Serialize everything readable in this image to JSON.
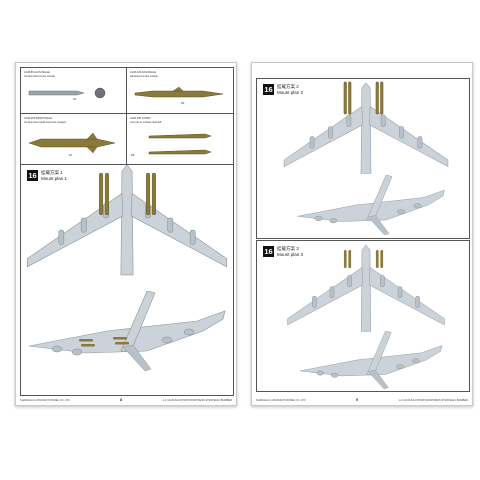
{
  "left_page": {
    "parts": [
      {
        "caption": [
          "AGM-86 ALCM Missile",
          "Air-launched cruise missile"
        ],
        "num": "B5"
      },
      {
        "caption": [
          "AGM-129 ACM Missile",
          "Advanced cruise missile"
        ],
        "num": "B6"
      },
      {
        "caption": [
          "AGM-183 ARRW Missile",
          "Air-launched rapid response weapon"
        ],
        "num": "B7"
      },
      {
        "caption": [
          "AGM-158 JASSM",
          "Joint air-to-surface standoff"
        ],
        "num": "B8"
      }
    ],
    "step": {
      "number": "16",
      "title_cn": "挂载方案 1",
      "title_en": "Mount plan 1"
    },
    "footer_left": "SHANGHAI LUXURIANT MODEL CO.,LTD",
    "page_number": "8",
    "footer_right": "L-1:144   B-52H   STRATOFORTRESS   STRATEGIC BOMBER"
  },
  "right_page": {
    "steps": [
      {
        "number": "16",
        "title_cn": "挂载方案 2",
        "title_en": "Mount plan 2"
      },
      {
        "number": "16",
        "title_cn": "挂载方案 3",
        "title_en": "Mount plan 3"
      }
    ],
    "footer_left": "SHANGHAI LUXURIANT MODEL CO.,LTD",
    "page_number": "9",
    "footer_right": "L-1:144   B-52H   STRATOFORTRESS   STRATEGIC BOMBER"
  },
  "colors": {
    "airframe": "#cbd2d9",
    "airframe_edge": "#8d959c",
    "missile": "#8a7a3a",
    "missile_dark": "#5e5224",
    "part_gray": "#9da3a8",
    "callout": "#2f8fc9"
  }
}
